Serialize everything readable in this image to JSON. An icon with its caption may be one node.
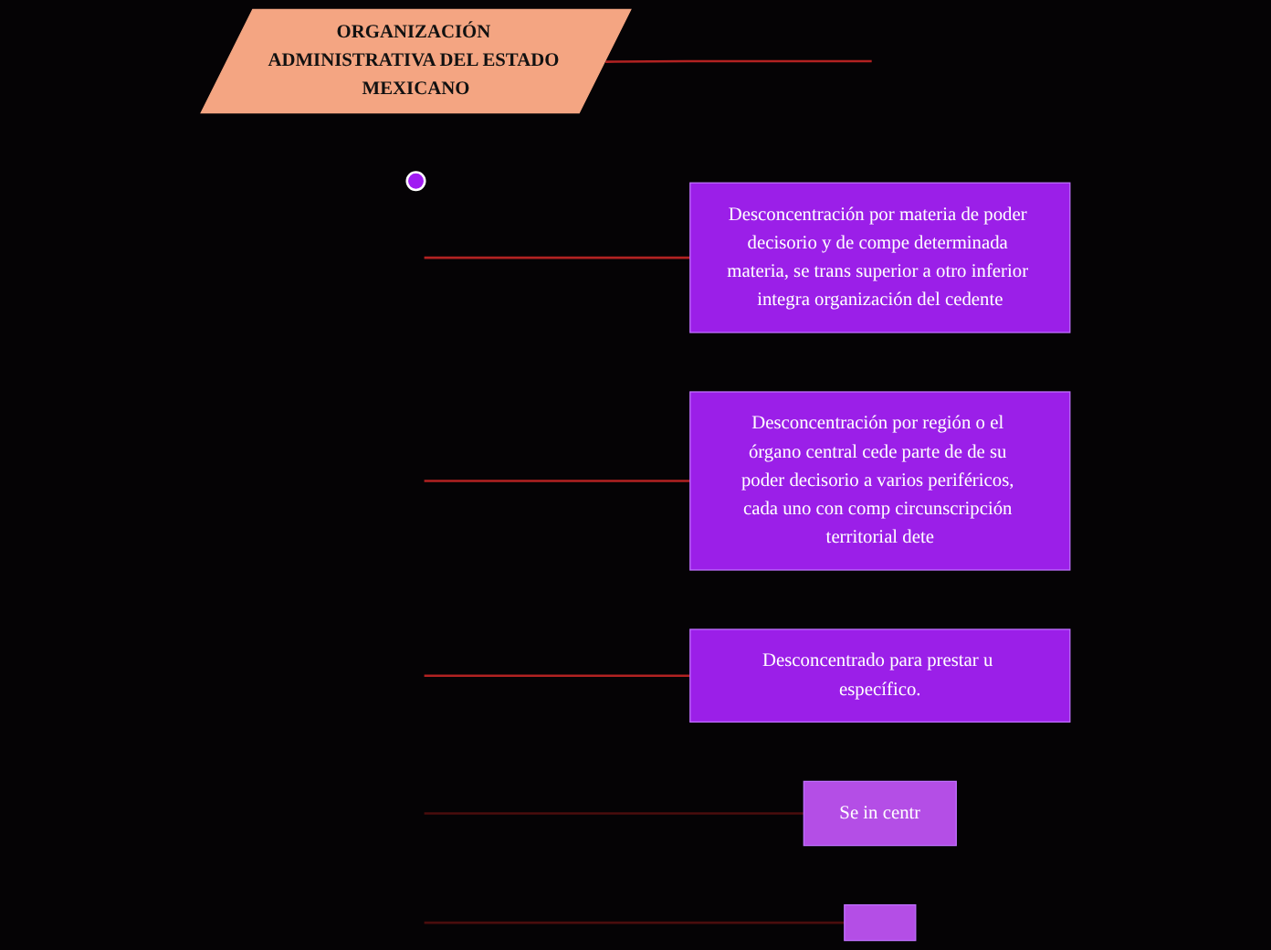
{
  "diagram": {
    "nodes": [
      {
        "text": [
          "ORGANIZACIÓN ADMINISTRATIVA DEL ESTADO MEXICANO"
        ]
      },
      {
        "text": [],
        "shape": "circle"
      },
      {
        "text": [
          "Desconcentración por materia de poder decisorio y de compe determinada materia, se trans superior a otro inferior integra organización del cedente"
        ]
      },
      {
        "text": [
          "Desconcentración por región o el órgano central cede parte de de su poder decisorio a varios periféricos, cada uno con comp circunscripción territorial dete"
        ]
      },
      {
        "text": [
          "Desconcentrado para prestar u específico."
        ]
      },
      {
        "text": [
          "Se in centr"
        ]
      },
      {
        "text": [],
        "shape": "box"
      }
    ],
    "edges": [
      {
        "from": 0,
        "to": null,
        "arrow": "none"
      },
      {
        "from": null,
        "to": 2,
        "arrow": "none"
      },
      {
        "from": null,
        "to": 3,
        "arrow": "none"
      },
      {
        "from": null,
        "to": 4,
        "arrow": "none"
      },
      {
        "from": null,
        "to": 5,
        "arrow": "none",
        "color": "#4a0d0d"
      },
      {
        "from": null,
        "to": 6,
        "arrow": "none",
        "color": "#4a0d0d"
      }
    ]
  }
}
